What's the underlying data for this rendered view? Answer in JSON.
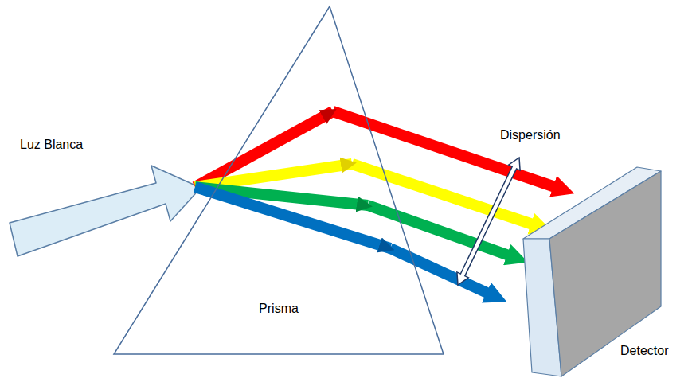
{
  "diagram": {
    "nodes": [
      {
        "text": [
          "Prisma"
        ]
      },
      {
        "text": [
          "Detector"
        ]
      }
    ],
    "labels": [
      "Luz Blanca",
      "Dispersión"
    ]
  }
}
